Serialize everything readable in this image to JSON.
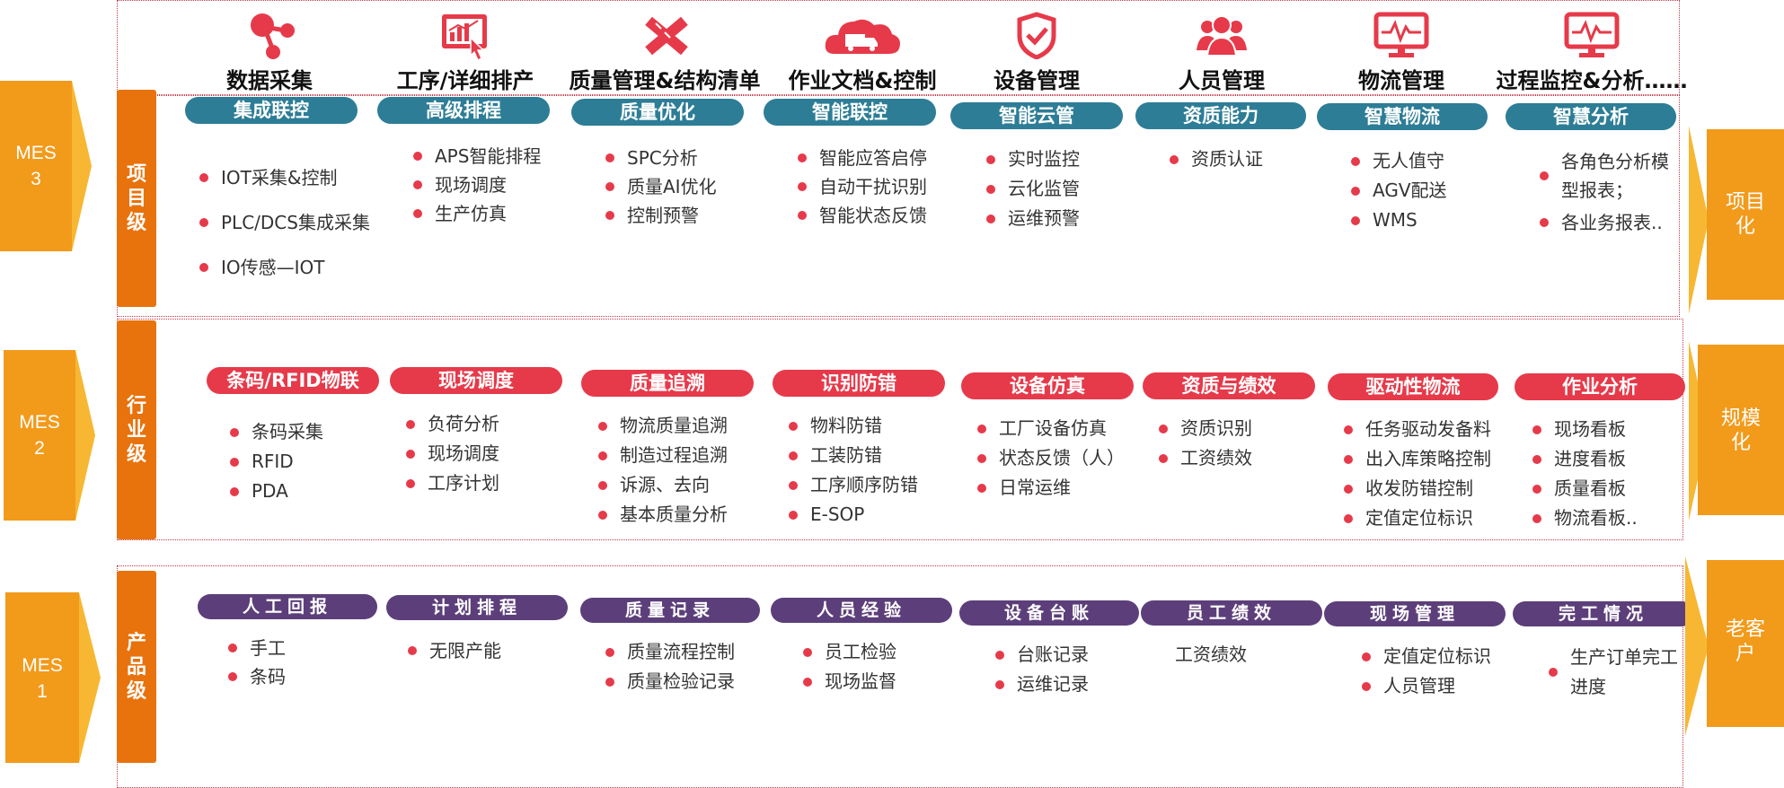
{
  "header": {
    "modules": [
      {
        "name": "数据采集",
        "icon": "share-network-icon"
      },
      {
        "name": "工序/详细排产",
        "icon": "dashboard-tablet-icon"
      },
      {
        "name": "质量管理&结构清单",
        "icon": "pencil-ruler-icon"
      },
      {
        "name": "作业文档&控制",
        "icon": "cloud-truck-icon"
      },
      {
        "name": "设备管理",
        "icon": "shield-check-icon"
      },
      {
        "name": "人员管理",
        "icon": "people-group-icon"
      },
      {
        "name": "物流管理",
        "icon": "monitor-pulse-icon"
      },
      {
        "name": "过程监控&分析……",
        "icon": "monitor-pulse-icon"
      }
    ]
  },
  "mes": [
    {
      "line1": "MES",
      "line2": "3"
    },
    {
      "line1": "MES",
      "line2": "2"
    },
    {
      "line1": "MES",
      "line2": "1"
    }
  ],
  "levels": [
    {
      "label": "项目级"
    },
    {
      "label": "行业级"
    },
    {
      "label": "产品级"
    }
  ],
  "right_labels": [
    {
      "line1": "项目",
      "line2": "化"
    },
    {
      "line1": "规模",
      "line2": "化"
    },
    {
      "line1": "老客",
      "line2": "户"
    }
  ],
  "tiers": {
    "project": [
      {
        "title": "集成联控",
        "items": [
          "IOT采集&控制",
          "PLC/DCS集成采集",
          "IO传感—IOT"
        ]
      },
      {
        "title": "高级排程",
        "items": [
          "APS智能排程",
          "现场调度",
          "生产仿真"
        ]
      },
      {
        "title": "质量优化",
        "items": [
          "SPC分析",
          "质量AI优化",
          "控制预警"
        ]
      },
      {
        "title": "智能联控",
        "items": [
          "智能应答启停",
          "自动干扰识别",
          "智能状态反馈"
        ]
      },
      {
        "title": "智能云管",
        "items": [
          "实时监控",
          "云化监管",
          "运维预警"
        ]
      },
      {
        "title": "资质能力",
        "items": [
          "资质认证"
        ]
      },
      {
        "title": "智慧物流",
        "items": [
          "无人值守",
          "AGV配送",
          "WMS"
        ]
      },
      {
        "title": "智慧分析",
        "items": [
          "各角色分析模型报表；",
          "各业务报表.."
        ]
      }
    ],
    "industry": [
      {
        "title": "条码/RFID物联",
        "items": [
          "条码采集",
          "RFID",
          "PDA"
        ]
      },
      {
        "title": "现场调度",
        "items": [
          "负荷分析",
          "现场调度",
          "工序计划"
        ]
      },
      {
        "title": "质量追溯",
        "items": [
          "物流质量追溯",
          "制造过程追溯",
          "诉源、去向",
          "基本质量分析"
        ]
      },
      {
        "title": "识别防错",
        "items": [
          "物料防错",
          "工装防错",
          "工序顺序防错",
          "E-SOP"
        ]
      },
      {
        "title": "设备仿真",
        "items": [
          "工厂设备仿真",
          "状态反馈（人）",
          "日常运维"
        ]
      },
      {
        "title": "资质与绩效",
        "items": [
          "资质识别",
          "工资绩效"
        ]
      },
      {
        "title": "驱动性物流",
        "items": [
          "任务驱动发备料",
          "出入库策略控制",
          "收发防错控制",
          "定值定位标识"
        ]
      },
      {
        "title": "作业分析",
        "items": [
          "现场看板",
          "进度看板",
          "质量看板",
          "物流看板.."
        ]
      }
    ],
    "product": [
      {
        "title": "人工回报",
        "items": [
          "手工",
          "条码"
        ]
      },
      {
        "title": "计划排程",
        "items": [
          "无限产能"
        ]
      },
      {
        "title": "质量记录",
        "items": [
          "质量流程控制",
          "质量检验记录"
        ]
      },
      {
        "title": "人员经验",
        "items": [
          "员工检验",
          "现场监督"
        ]
      },
      {
        "title": "设备台账",
        "items": [
          "台账记录",
          "运维记录"
        ]
      },
      {
        "title": "员工绩效",
        "items": [
          "工资绩效"
        ]
      },
      {
        "title": "现场管理",
        "items": [
          "定值定位标识",
          "人员管理"
        ]
      },
      {
        "title": "完工情况",
        "items": [
          "生产订单完工进度"
        ]
      }
    ]
  },
  "colors": {
    "orange": "#e8720c",
    "mes_orange": "#f29a1a",
    "teal": "#2d7d96",
    "red": "#e63a4a",
    "purple": "#5c3f7a",
    "frame": "#c0394a"
  }
}
